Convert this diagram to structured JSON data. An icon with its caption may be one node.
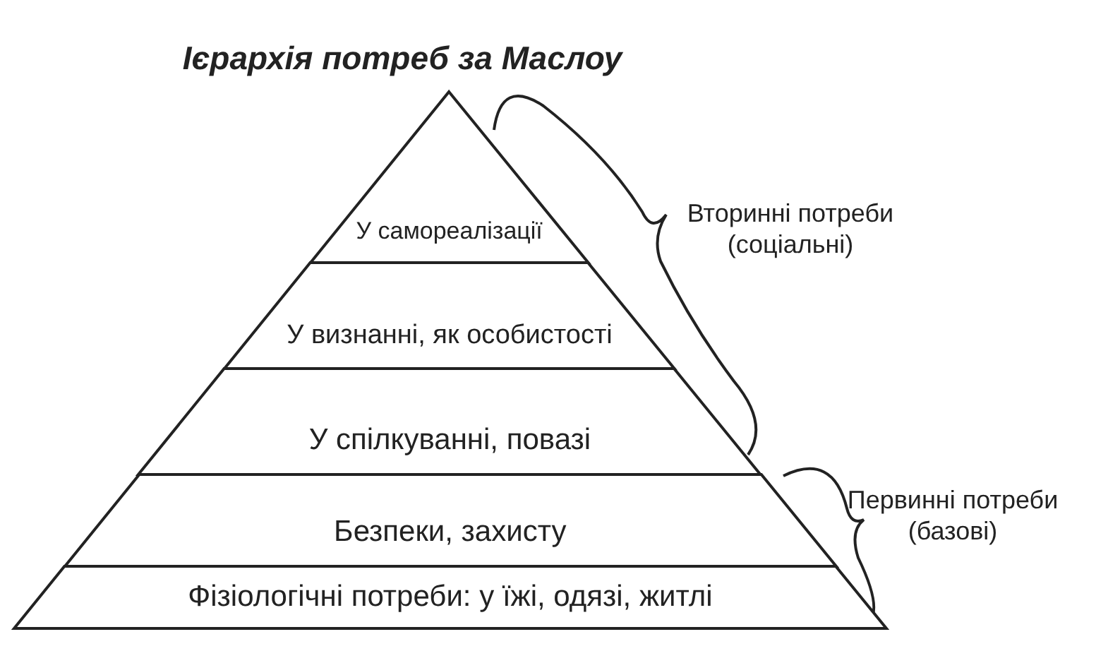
{
  "diagram": {
    "title": "Ієрархія потреб за Маслоу",
    "nodes": [
      {
        "text": [
          "У самореалізації"
        ]
      },
      {
        "text": [
          "У визнанні, як особистості"
        ]
      },
      {
        "text": [
          "У спілкуванні, повазі"
        ]
      },
      {
        "text": [
          "Безпеки, захисту"
        ]
      },
      {
        "text": [
          "Фізіологічні потреби: у їжі, одязі, житлі"
        ]
      }
    ],
    "labels": [
      "Вторинні потреби (соціальні)",
      "Первинні потреби (базові)"
    ]
  }
}
